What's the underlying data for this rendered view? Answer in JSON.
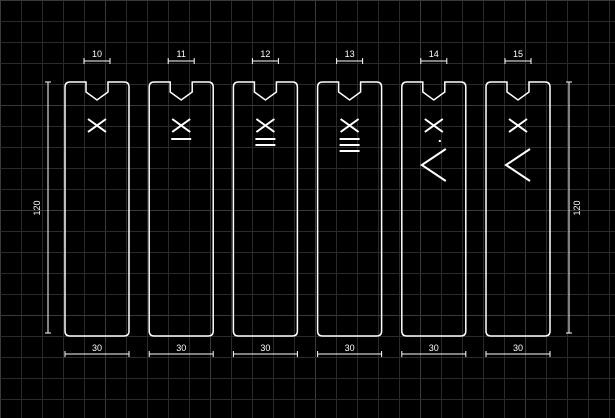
{
  "colors": {
    "background": "#000000",
    "grid_minor": "#2a2a2a",
    "grid_major": "#3a3a3a",
    "line": "#ffffff"
  },
  "sticks": [
    {
      "top_dim": "10",
      "bottom_dim": "30",
      "numeral": "X"
    },
    {
      "top_dim": "11",
      "bottom_dim": "30",
      "numeral": "XI"
    },
    {
      "top_dim": "12",
      "bottom_dim": "30",
      "numeral": "XII"
    },
    {
      "top_dim": "13",
      "bottom_dim": "30",
      "numeral": "XIII"
    },
    {
      "top_dim": "14",
      "bottom_dim": "30",
      "numeral": "XIV"
    },
    {
      "top_dim": "15",
      "bottom_dim": "30",
      "numeral": "XV"
    }
  ],
  "left_dim": "120",
  "right_dim": "120"
}
